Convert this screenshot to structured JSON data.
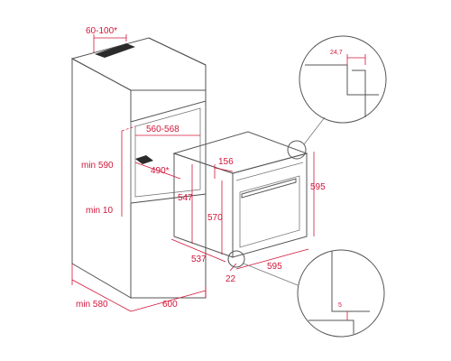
{
  "dimensions": {
    "vent_opening": "60-100*",
    "niche_width": "560-568",
    "niche_min_height": "min 590",
    "niche_depth": "490*",
    "base_min_height": "min 10",
    "cabinet_min_depth": "min 580",
    "cabinet_width": "600",
    "oven_top_offset": "156",
    "oven_body_height_547": "547",
    "oven_body_height_570": "570",
    "oven_height": "595",
    "oven_depth": "537",
    "oven_width": "595",
    "oven_front_offset": "22",
    "detail_top_gap": "24,7",
    "detail_bottom_gap": "5"
  },
  "colors": {
    "dimension": "#d2163a",
    "outline": "#555555",
    "fill_dark": "#2b2b2b"
  }
}
